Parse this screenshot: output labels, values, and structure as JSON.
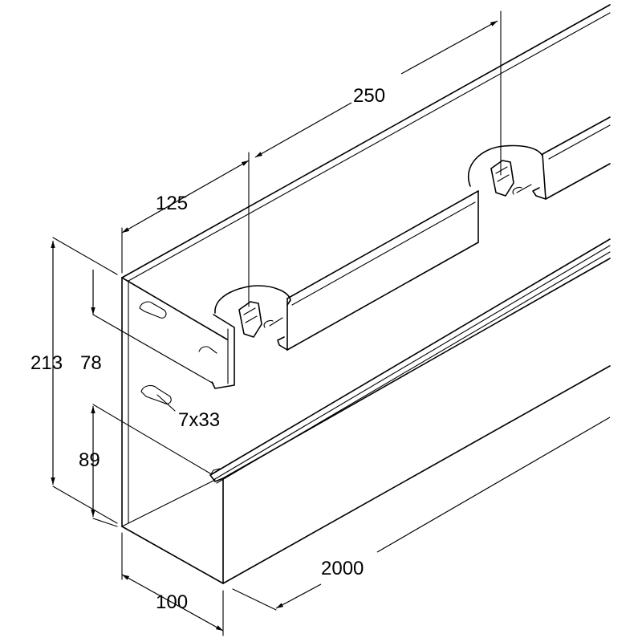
{
  "diagram": {
    "dimensions": {
      "length": "2000",
      "width": "100",
      "height": "213",
      "slot_height": "78",
      "base_height": "89",
      "first_clip_offset": "125",
      "clip_spacing": "250",
      "slot_size": "7x33"
    }
  }
}
